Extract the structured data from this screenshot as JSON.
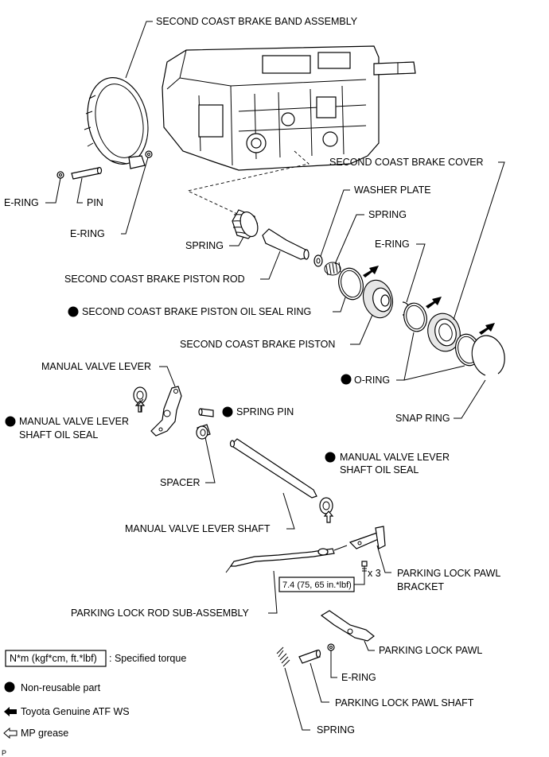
{
  "labels": {
    "second_coast_brake_band_assembly": "SECOND COAST BRAKE BAND ASSEMBLY",
    "e_ring_left": "E-RING",
    "pin": "PIN",
    "e_ring_band": "E-RING",
    "second_coast_brake_cover": "SECOND COAST BRAKE COVER",
    "washer_plate": "WASHER PLATE",
    "spring_small": "SPRING",
    "spring_piston": "SPRING",
    "e_ring_cover": "E-RING",
    "second_coast_brake_piston_rod": "SECOND COAST BRAKE PISTON ROD",
    "second_coast_brake_piston_oil_seal_ring": "SECOND COAST BRAKE PISTON OIL SEAL RING",
    "second_coast_brake_piston": "SECOND COAST BRAKE PISTON",
    "o_ring": "O-RING",
    "snap_ring": "SNAP RING",
    "manual_valve_lever": "MANUAL VALVE LEVER",
    "manual_valve_lever_shaft_oil_seal_left_1": "MANUAL VALVE LEVER",
    "manual_valve_lever_shaft_oil_seal_left_2": "SHAFT OIL SEAL",
    "spring_pin": "SPRING PIN",
    "manual_valve_lever_shaft_oil_seal_right_1": "MANUAL VALVE LEVER",
    "manual_valve_lever_shaft_oil_seal_right_2": "SHAFT OIL SEAL",
    "spacer": "SPACER",
    "manual_valve_lever_shaft": "MANUAL VALVE LEVER SHAFT",
    "torque_value": "7.4 (75, 65 in.*lbf)",
    "quantity": "x 3",
    "parking_lock_pawl_bracket_1": "PARKING LOCK PAWL",
    "parking_lock_pawl_bracket_2": "BRACKET",
    "parking_lock_rod_sub_assembly": "PARKING LOCK ROD SUB-ASSEMBLY",
    "parking_lock_pawl": "PARKING LOCK PAWL",
    "e_ring_pawl": "E-RING",
    "parking_lock_pawl_shaft": "PARKING LOCK PAWL SHAFT",
    "spring_bottom": "SPRING",
    "figure_code": "P"
  },
  "legend": {
    "torque_units": "N*m (kgf*cm, ft.*lbf)",
    "torque_desc": ": Specified torque",
    "non_reusable": "Non-reusable part",
    "atf": "Toyota Genuine ATF WS",
    "grease": "MP grease"
  },
  "icons": {
    "non_reusable": "filled-circle-icon",
    "atf": "solid-arrow-icon",
    "grease": "outline-arrow-icon"
  }
}
